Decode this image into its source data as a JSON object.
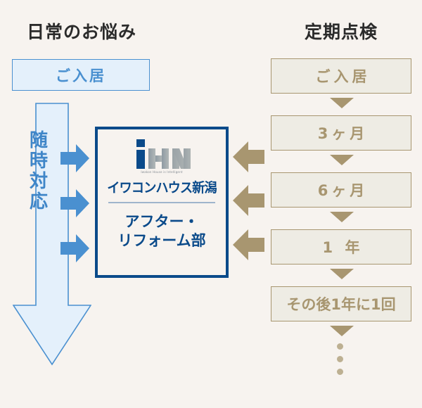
{
  "background_color": "#f7f3ef",
  "colors": {
    "blue_accent": "#4a90d0",
    "blue_light_fill": "#e4f0fb",
    "navy": "#0a4a8a",
    "tan": "#a89670",
    "tan_fill": "#eeece4",
    "dot": "#bdb092",
    "heading": "#2b2b2b"
  },
  "left_column": {
    "header": "日常のお悩み",
    "move_in_label": "ご入居",
    "anytime_label_chars": [
      "随",
      "時",
      "対",
      "応"
    ],
    "arrow_icon": "down-arrow-icon",
    "blue_arrows": [
      {
        "icon": "right-arrow-icon"
      },
      {
        "icon": "right-arrow-icon"
      },
      {
        "icon": "right-arrow-icon"
      }
    ]
  },
  "center_card": {
    "logo_icon": "ihn-logo-icon",
    "logo_tagline": "Iwakon House is Intelligent",
    "company_name": "イワコンハウス新潟",
    "department_lines": [
      "アフター・",
      "リフォーム部"
    ]
  },
  "tan_arrows": [
    {
      "icon": "left-arrow-icon"
    },
    {
      "icon": "left-arrow-icon"
    },
    {
      "icon": "left-arrow-icon"
    }
  ],
  "right_column": {
    "header": "定期点検",
    "steps": [
      {
        "label": "ご入居",
        "style": "spaced"
      },
      {
        "label": "3ヶ月",
        "style": "spaced"
      },
      {
        "label": "6ヶ月",
        "style": "spaced"
      },
      {
        "label": "1 年",
        "style": "spaced"
      },
      {
        "label": "その後1年に1回",
        "style": "wide-text"
      }
    ],
    "continuation_dots": 3
  }
}
